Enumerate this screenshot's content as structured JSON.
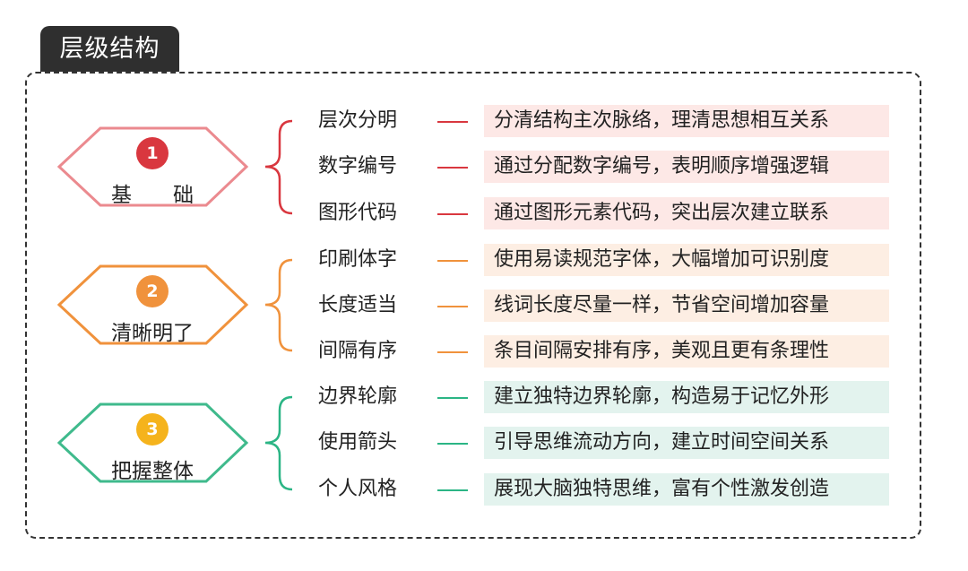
{
  "title": "层级结构",
  "colors": {
    "group1": "#d9373f",
    "group1_hex_border": "#eb8a8f",
    "group1_bg": "#fde8e6",
    "group2": "#f0923c",
    "group2_hex_border": "#f0923c",
    "group2_bg": "#fdeee3",
    "group3": "#2bb585",
    "group3_hex_border": "#3fba8c",
    "group3_bg": "#e3f3ee",
    "badge3": "#f5b31c"
  },
  "groups": [
    {
      "number": "1",
      "label": "基　　础",
      "items": [
        {
          "name": "层次分明",
          "desc": "分清结构主次脉络，理清思想相互关系"
        },
        {
          "name": "数字编号",
          "desc": "通过分配数字编号，表明顺序增强逻辑"
        },
        {
          "name": "图形代码",
          "desc": "通过图形元素代码，突出层次建立联系"
        }
      ]
    },
    {
      "number": "2",
      "label": "清晰明了",
      "items": [
        {
          "name": "印刷体字",
          "desc": "使用易读规范字体，大幅增加可识别度"
        },
        {
          "name": "长度适当",
          "desc": "线词长度尽量一样，节省空间增加容量"
        },
        {
          "name": "间隔有序",
          "desc": "条目间隔安排有序，美观且更有条理性"
        }
      ]
    },
    {
      "number": "3",
      "label": "把握整体",
      "items": [
        {
          "name": "边界轮廓",
          "desc": "建立独特边界轮廓，构造易于记忆外形"
        },
        {
          "name": "使用箭头",
          "desc": "引导思维流动方向，建立时间空间关系"
        },
        {
          "name": "个人风格",
          "desc": "展现大脑独特思维，富有个性激发创造"
        }
      ]
    }
  ]
}
